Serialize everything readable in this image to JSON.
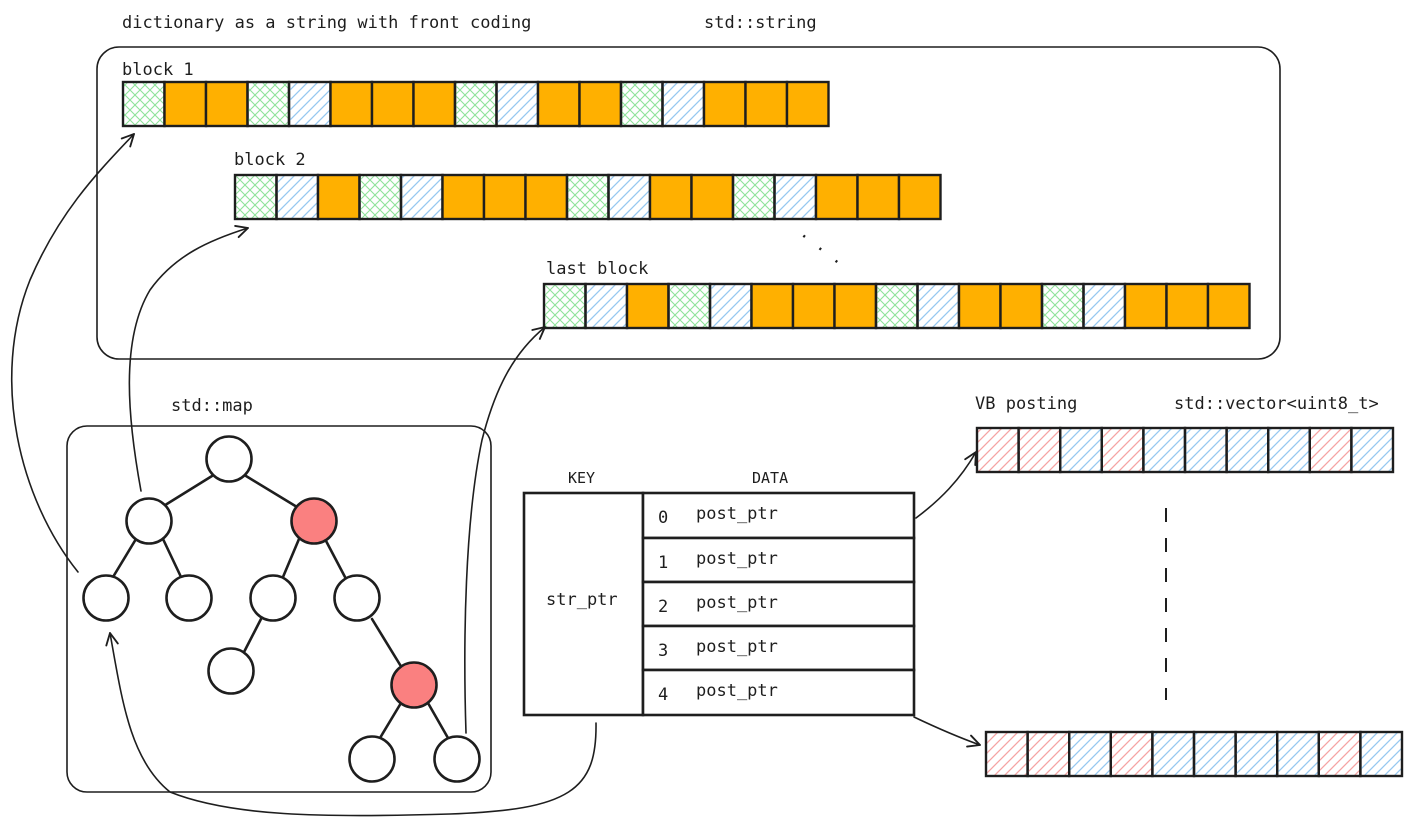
{
  "labels": {
    "dict_title": "dictionary as a string with front coding",
    "std_string": "std::string",
    "block1": "block 1",
    "block2": "block 2",
    "last_block": "last block",
    "dots": ". . .",
    "std_map": "std::map",
    "vb_posting": "VB posting",
    "std_vector": "std::vector<uint8_t>",
    "key_header": "KEY",
    "data_header": "DATA",
    "key_value": "str_ptr"
  },
  "data_rows": [
    {
      "index": "0",
      "value": "post_ptr"
    },
    {
      "index": "1",
      "value": "post_ptr"
    },
    {
      "index": "2",
      "value": "post_ptr"
    },
    {
      "index": "3",
      "value": "post_ptr"
    },
    {
      "index": "4",
      "value": "post_ptr"
    }
  ],
  "blocks": [
    {
      "name": "block-1",
      "cells": [
        "G",
        "O",
        "O",
        "G",
        "B",
        "O",
        "O",
        "O",
        "G",
        "B",
        "O",
        "O",
        "G",
        "B",
        "O",
        "O",
        "O"
      ]
    },
    {
      "name": "block-2",
      "cells": [
        "G",
        "B",
        "O",
        "G",
        "B",
        "O",
        "O",
        "O",
        "G",
        "B",
        "O",
        "O",
        "G",
        "B",
        "O",
        "O",
        "O"
      ]
    },
    {
      "name": "last-block",
      "cells": [
        "G",
        "B",
        "O",
        "G",
        "B",
        "O",
        "O",
        "O",
        "G",
        "B",
        "O",
        "O",
        "G",
        "B",
        "O",
        "O",
        "O"
      ]
    }
  ],
  "postings": [
    {
      "name": "posting-vector-top",
      "cells": [
        "R",
        "R",
        "B",
        "R",
        "B",
        "B",
        "B",
        "B",
        "R",
        "B"
      ]
    },
    {
      "name": "posting-vector-bottom",
      "cells": [
        "R",
        "R",
        "B",
        "R",
        "B",
        "B",
        "B",
        "B",
        "R",
        "B"
      ]
    }
  ],
  "cell_colors": {
    "O": "#ffb000",
    "G": "#8fe39a",
    "B": "#96c8f0",
    "R": "#f5a3a3"
  },
  "tree_nodes": [
    {
      "id": "root",
      "color": "white"
    },
    {
      "id": "l",
      "color": "white"
    },
    {
      "id": "r",
      "color": "red"
    },
    {
      "id": "ll",
      "color": "white"
    },
    {
      "id": "lr",
      "color": "white"
    },
    {
      "id": "rl",
      "color": "white"
    },
    {
      "id": "rr",
      "color": "white"
    },
    {
      "id": "rll",
      "color": "white"
    },
    {
      "id": "rrr",
      "color": "red"
    },
    {
      "id": "rrrl",
      "color": "white"
    },
    {
      "id": "rrrr",
      "color": "white"
    }
  ],
  "node_colors": {
    "white": "#ffffff",
    "red": "#fa8080"
  },
  "stroke_color": "#1e1e1e"
}
